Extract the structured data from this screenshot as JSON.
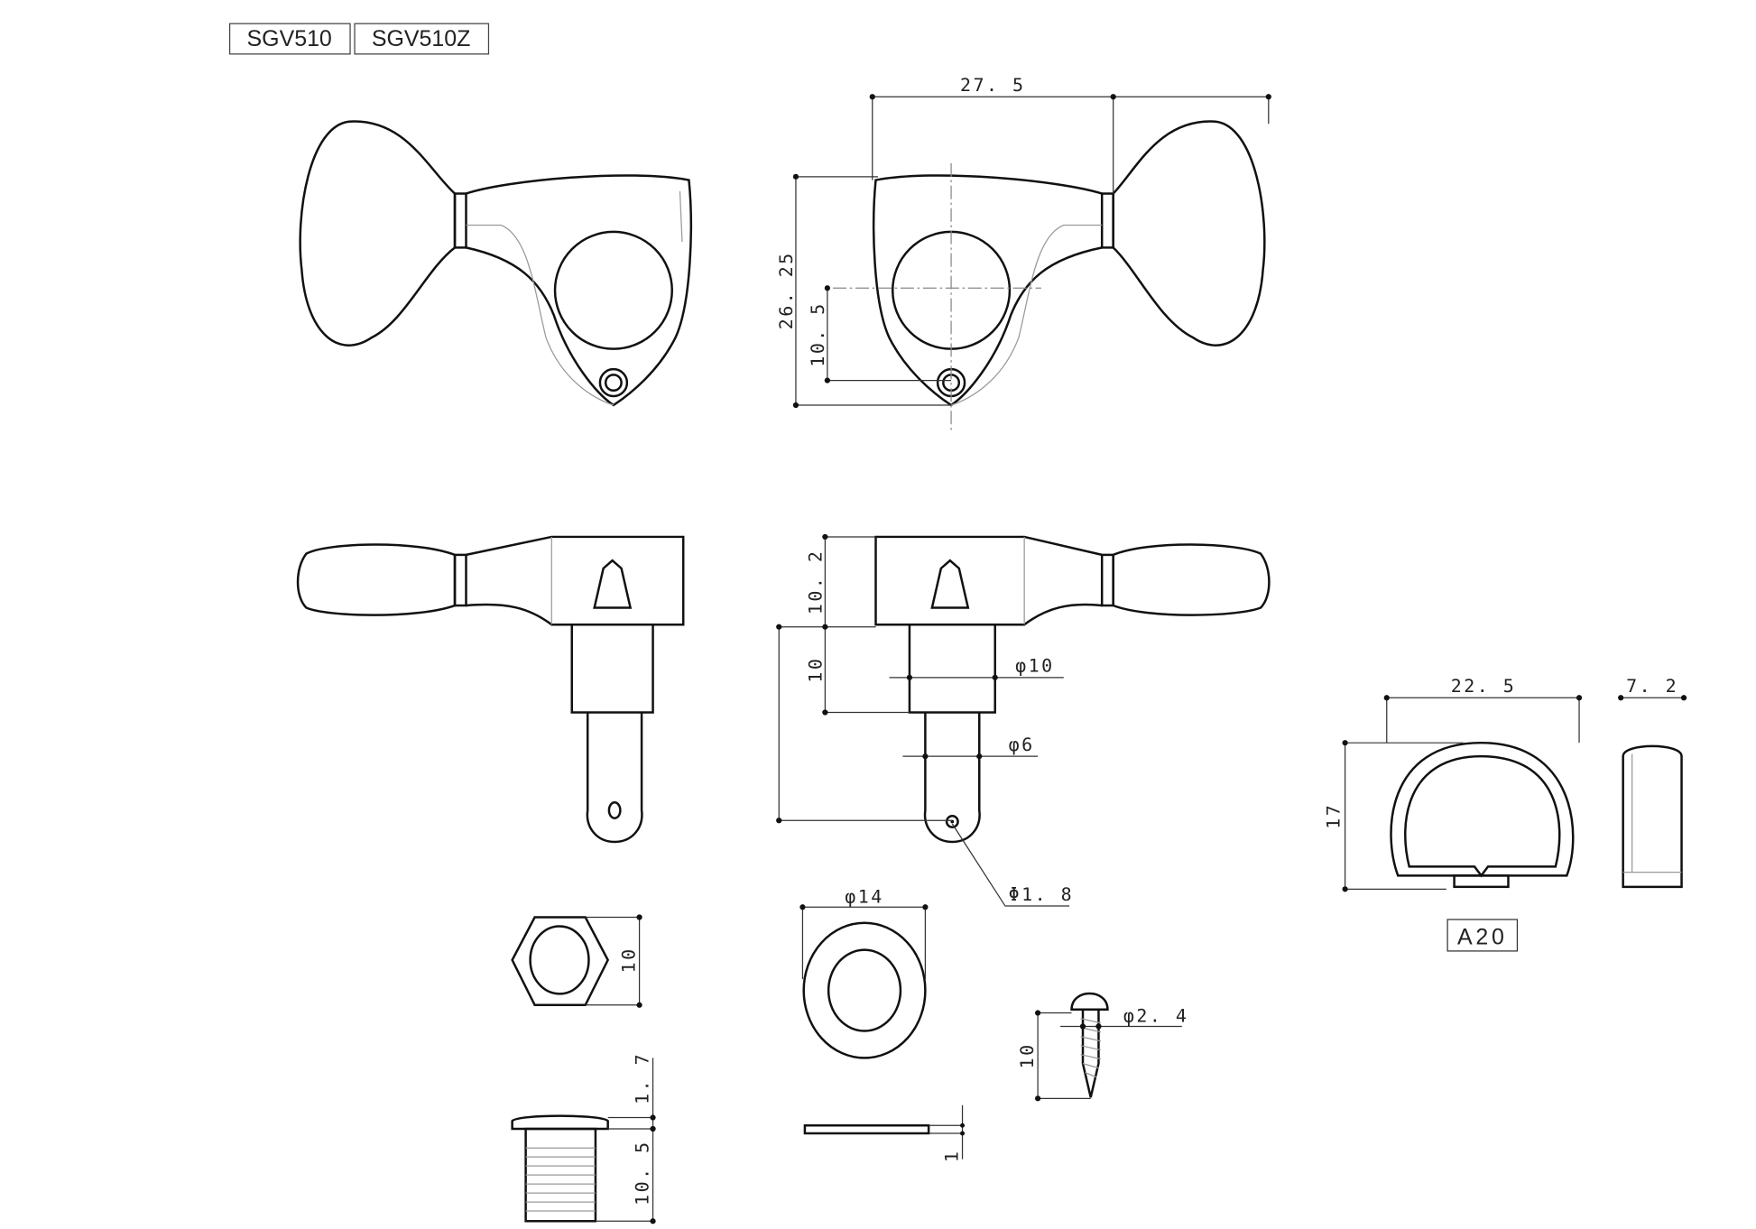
{
  "models": [
    "SGV510",
    "SGV510Z"
  ],
  "dimensions": {
    "width_27_5": "27. 5",
    "height_26_25": "26. 25",
    "hole_10_5": "10. 5",
    "body_10_2": "10. 2",
    "post_10": "10",
    "dia_10": "φ10",
    "dia_6": "φ6",
    "dia_1_8": "Φ1. 8",
    "knob_22_5": "22. 5",
    "knob_7_2": "7. 2",
    "knob_17": "17",
    "nut_10": "10",
    "washer_14": "φ14",
    "screw_2_4": "φ2. 4",
    "screw_10": "10",
    "bushing_1_7": "1. 7",
    "bushing_10_5": "10. 5",
    "washer_1": "1"
  },
  "knob_code": "A20"
}
